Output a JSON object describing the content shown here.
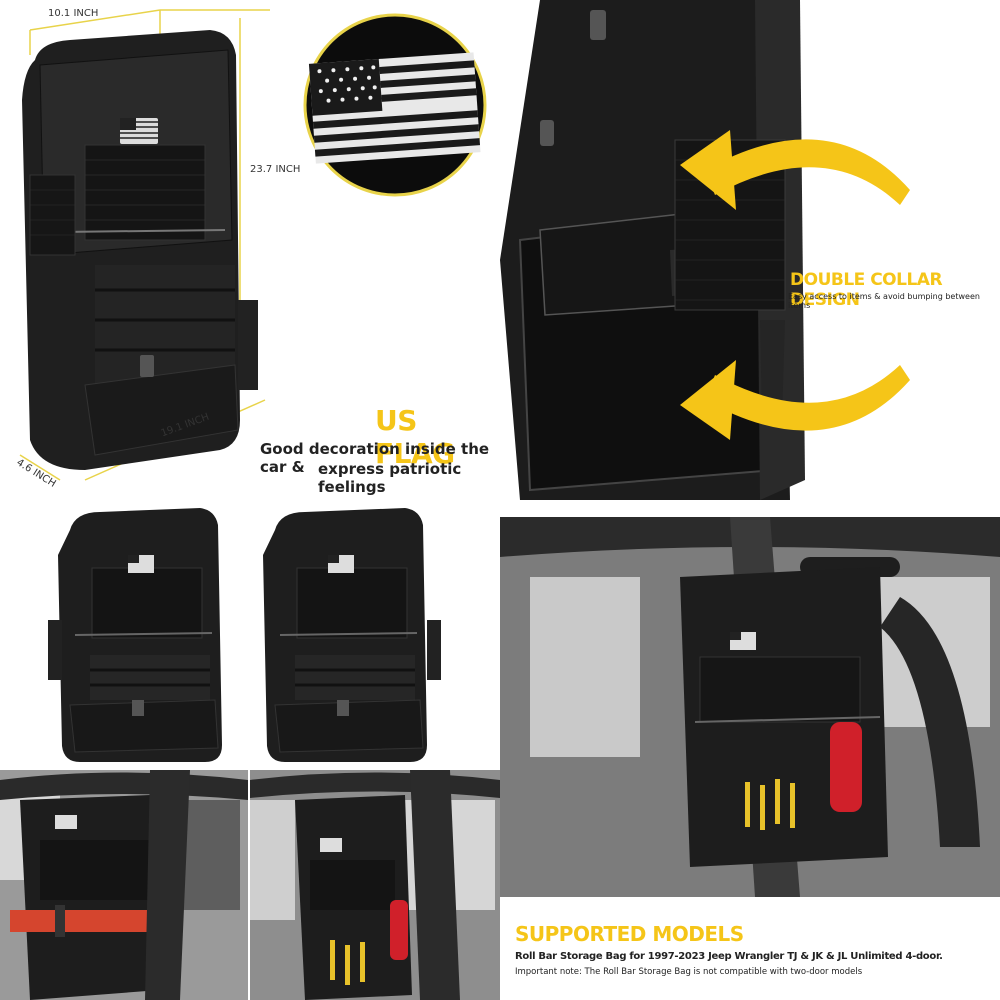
{
  "dimensions": {
    "width": "10.1 INCH",
    "height": "23.7 INCH",
    "length": "19.1 INCH",
    "depth": "4.6 INCH"
  },
  "us_flag": {
    "title": "US FLAG",
    "line1": "Good decoration inside the car &",
    "line2": "express patriotic feelings"
  },
  "collar": {
    "title": "DOUBLE COLLAR DESIGN",
    "subtitle": "Easy access to items & avoid bumping between items"
  },
  "supported": {
    "title": "SUPPORTED MODELS",
    "line1": "Roll Bar Storage Bag for 1997-2023 Jeep Wrangler TJ & JK & JL Unlimited 4-door.",
    "note": "Important note: The Roll Bar Storage Bag is not compatible with two-door models"
  },
  "colors": {
    "accent_yellow": "#f5c518",
    "bag_black": "#1e1e1e",
    "extinguisher_red": "#d0202a"
  }
}
